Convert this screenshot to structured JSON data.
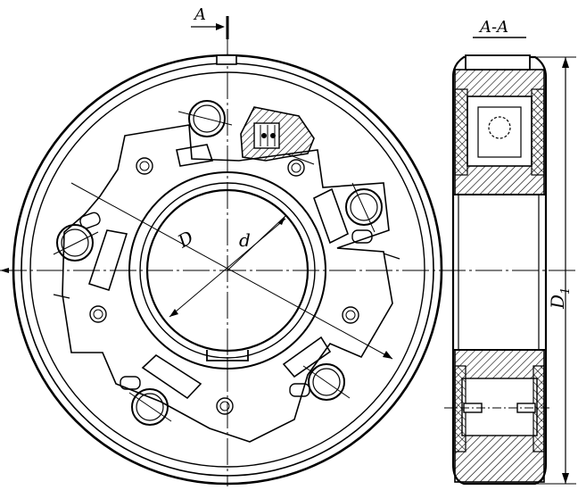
{
  "labels": {
    "section_arrow": "A",
    "section_view": "A-A",
    "outer_diameter": "D",
    "inner_diameter": "d",
    "housing_diameter": "D",
    "housing_diameter_sub": "1"
  }
}
